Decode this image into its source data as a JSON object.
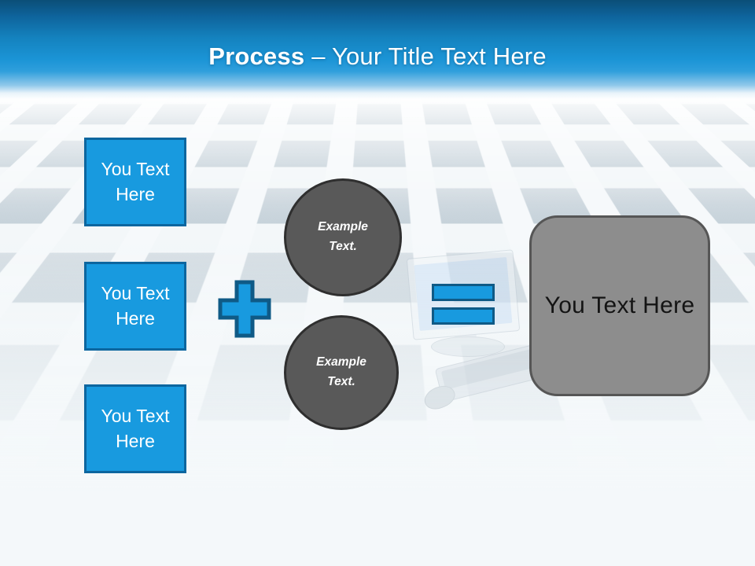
{
  "title": {
    "emphasis": "Process",
    "rest": "– Your Title Text Here"
  },
  "diagram": {
    "input_boxes": [
      {
        "label": "You Text Here"
      },
      {
        "label": "You Text Here"
      },
      {
        "label": "You Text Here"
      }
    ],
    "plus_operator": "plus",
    "example_circles": [
      {
        "label": "Example Text."
      },
      {
        "label": "Example Text."
      }
    ],
    "equals_operator": "equals",
    "result_box": {
      "label": "You Text Here"
    }
  },
  "colors": {
    "accent_blue": "#189ADF",
    "accent_blue_border": "#0C669F",
    "header_blue_top": "#0B4E77",
    "header_blue_mid": "#1B94D6",
    "circle_gray": "#595959",
    "circle_border": "#2F2F2F",
    "result_gray": "#8D8D8D",
    "result_border": "#565656",
    "result_text": "#141414",
    "title_text": "#FFFFFF"
  }
}
